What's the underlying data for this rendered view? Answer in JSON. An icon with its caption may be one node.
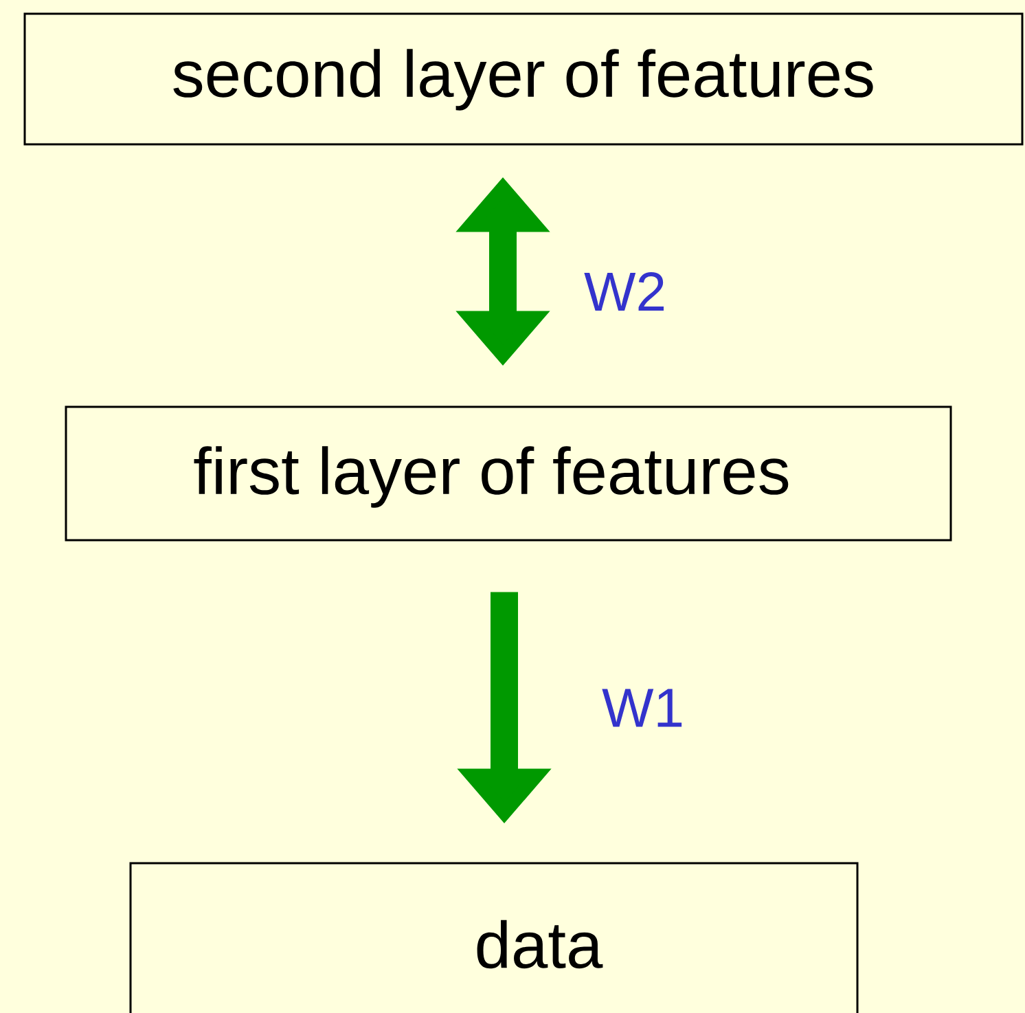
{
  "diagram": {
    "nodes": [
      {
        "text": [
          "second layer of features"
        ]
      },
      {
        "text": [
          "first layer of features"
        ]
      },
      {
        "text": [
          "data"
        ]
      }
    ],
    "edges": [
      {
        "from": 0,
        "to": 1,
        "arrow": "both",
        "label": "W2"
      },
      {
        "from": 1,
        "to": 2,
        "arrow": "to",
        "label": "W1"
      }
    ]
  }
}
